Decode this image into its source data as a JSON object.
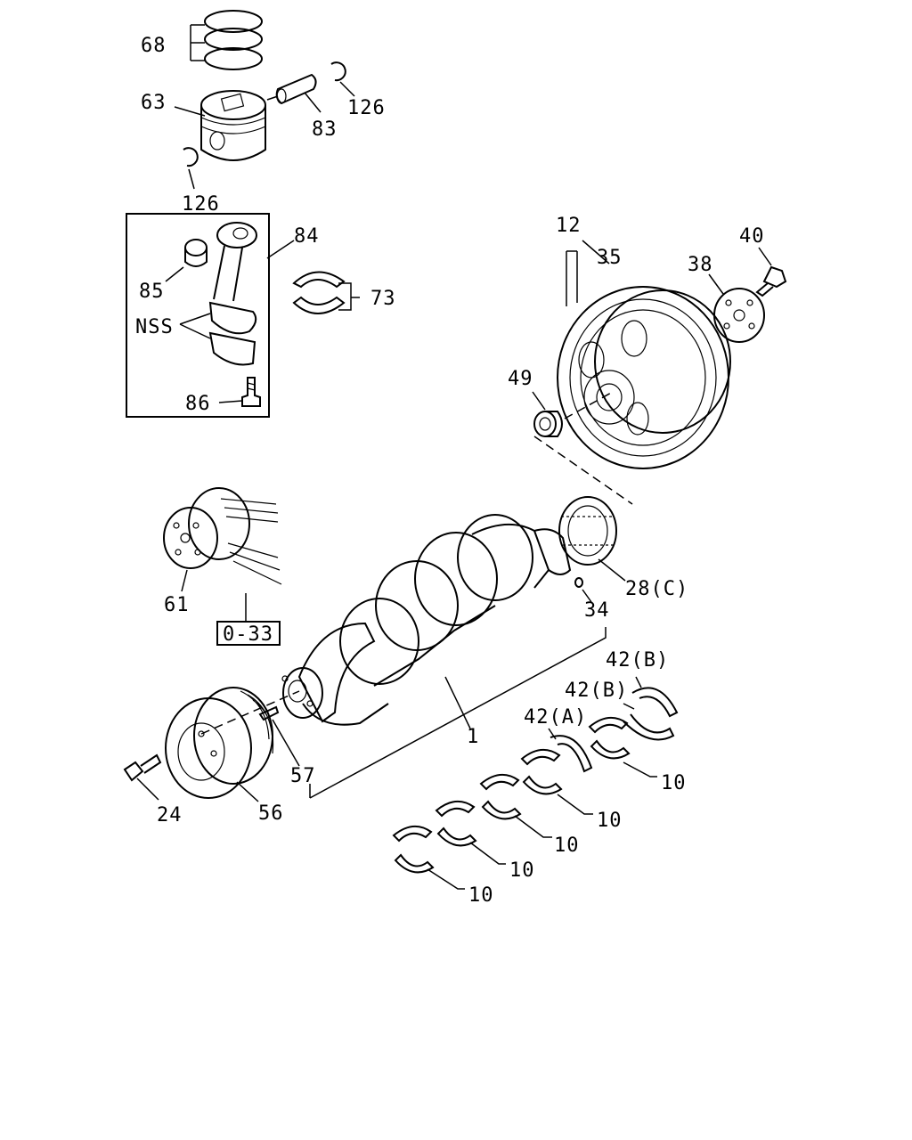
{
  "diagram": {
    "callouts": {
      "c68": "68",
      "c63": "63",
      "c83": "83",
      "c126a": "126",
      "c126b": "126",
      "c84": "84",
      "c85": "85",
      "c73": "73",
      "cnss": "NSS",
      "c86": "86",
      "c12": "12",
      "c35": "35",
      "c40": "40",
      "c38": "38",
      "c49": "49",
      "c61": "61",
      "c033": "0-33",
      "c28c": "28(C)",
      "c34": "34",
      "c42b1": "42(B)",
      "c42b2": "42(B)",
      "c42a": "42(A)",
      "c1": "1",
      "c57": "57",
      "c24": "24",
      "c56": "56",
      "c10a": "10",
      "c10b": "10",
      "c10c": "10",
      "c10d": "10",
      "c10e": "10"
    }
  }
}
